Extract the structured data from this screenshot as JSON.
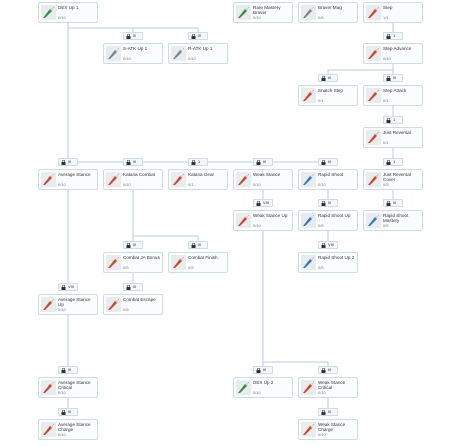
{
  "colors": {
    "wire": "#b9cde0",
    "node_border": "#cfdce8",
    "icon_red": "#c44a2f",
    "icon_gray": "#7a8490",
    "icon_blue": "#3a78b5",
    "icon_green": "#3c8a46"
  },
  "skills": [
    {
      "id": "dex-up-1",
      "label": "DEX Up 1",
      "progress": "0/10",
      "icon": "dex-icon",
      "tint": "green"
    },
    {
      "id": "s-atk-up-1",
      "label": "S-ATK Up 1",
      "progress": "0/10",
      "icon": "s-atk-icon",
      "tint": "gray"
    },
    {
      "id": "r-atk-up-1",
      "label": "R-ATK Up 1",
      "progress": "0/10",
      "icon": "r-atk-icon",
      "tint": "gray"
    },
    {
      "id": "rare-mastery-braver",
      "label": "Rare Mastery Braver",
      "progress": "0/10",
      "icon": "rare-mastery-icon",
      "tint": "green"
    },
    {
      "id": "braver-mag",
      "label": "Braver Mag",
      "progress": "0/5",
      "icon": "braver-mag-icon",
      "tint": "gray"
    },
    {
      "id": "step",
      "label": "Step",
      "progress": "1/1",
      "icon": "step-icon",
      "tint": "red"
    },
    {
      "id": "step-advance",
      "label": "Step Advance",
      "progress": "0/10",
      "icon": "step-advance-icon",
      "tint": "red"
    },
    {
      "id": "snatch-step",
      "label": "Snatch Step",
      "progress": "0/1",
      "icon": "snatch-step-icon",
      "tint": "red"
    },
    {
      "id": "step-attack",
      "label": "Step Attack",
      "progress": "0/1",
      "icon": "step-attack-icon",
      "tint": "red"
    },
    {
      "id": "just-reversal",
      "label": "Just Reversal",
      "progress": "0/1",
      "icon": "just-reversal-icon",
      "tint": "red"
    },
    {
      "id": "average-stance",
      "label": "Average Stance",
      "progress": "0/10",
      "icon": "average-stance-icon",
      "tint": "red"
    },
    {
      "id": "katana-combat",
      "label": "Katana Combat",
      "progress": "0/10",
      "icon": "katana-combat-icon",
      "tint": "red"
    },
    {
      "id": "katana-gear",
      "label": "Katana Gear",
      "progress": "0/1",
      "icon": "katana-gear-icon",
      "tint": "red"
    },
    {
      "id": "weak-stance",
      "label": "Weak Stance",
      "progress": "0/10",
      "icon": "weak-stance-icon",
      "tint": "red"
    },
    {
      "id": "rapid-shoot",
      "label": "Rapid Shoot",
      "progress": "0/10",
      "icon": "rapid-shoot-icon",
      "tint": "blue"
    },
    {
      "id": "just-reversal-cover",
      "label": "Just Reversal Cover",
      "progress": "0/5",
      "icon": "just-reversal-cover-icon",
      "tint": "red"
    },
    {
      "id": "weak-stance-up",
      "label": "Weak Stance Up",
      "progress": "0/10",
      "icon": "weak-stance-up-icon",
      "tint": "red"
    },
    {
      "id": "rapid-shoot-up",
      "label": "Rapid Shoot Up",
      "progress": "0/5",
      "icon": "rapid-shoot-up-icon",
      "tint": "blue"
    },
    {
      "id": "rapid-shoot-mastery",
      "label": "Rapid Shoot Mastery",
      "progress": "0/5",
      "icon": "rapid-shoot-mastery-icon",
      "tint": "blue"
    },
    {
      "id": "combat-ja-bonus",
      "label": "Combat JA Bonus",
      "progress": "0/5",
      "icon": "combat-ja-icon",
      "tint": "red"
    },
    {
      "id": "combat-finish",
      "label": "Combat Finish",
      "progress": "0/5",
      "icon": "combat-finish-icon",
      "tint": "red"
    },
    {
      "id": "rapid-shoot-up-2",
      "label": "Rapid Shoot Up 2",
      "progress": "0/5",
      "icon": "rapid-shoot-up-2-icon",
      "tint": "blue"
    },
    {
      "id": "average-stance-up",
      "label": "Average Stance Up",
      "progress": "0/10",
      "icon": "average-stance-up-icon",
      "tint": "red"
    },
    {
      "id": "combat-escape",
      "label": "Combat Escape",
      "progress": "0/5",
      "icon": "combat-escape-icon",
      "tint": "red"
    },
    {
      "id": "dex-up-2",
      "label": "DEX Up 2",
      "progress": "0/10",
      "icon": "dex-icon",
      "tint": "green"
    },
    {
      "id": "weak-stance-critical",
      "label": "Weak Stance Critical",
      "progress": "0/10",
      "icon": "weak-stance-critical-icon",
      "tint": "red"
    },
    {
      "id": "average-stance-critical",
      "label": "Average Stance Critical",
      "progress": "0/10",
      "icon": "average-stance-critical-icon",
      "tint": "red"
    },
    {
      "id": "average-stance-charge",
      "label": "Average Stance Charge",
      "progress": "0/10",
      "icon": "average-stance-charge-icon",
      "tint": "red"
    },
    {
      "id": "weak-stance-charge",
      "label": "Weak Stance Charge",
      "progress": "0/10",
      "icon": "weak-stance-charge-icon",
      "tint": "red"
    }
  ],
  "requirements": [
    {
      "id": "req-s-atk-up-1",
      "level": "III"
    },
    {
      "id": "req-r-atk-up-1",
      "level": "III"
    },
    {
      "id": "req-step-advance",
      "level": "1"
    },
    {
      "id": "req-snatch-step",
      "level": "III"
    },
    {
      "id": "req-step-attack",
      "level": "III"
    },
    {
      "id": "req-just-reversal",
      "level": "1"
    },
    {
      "id": "req-average-stance",
      "level": "III"
    },
    {
      "id": "req-katana-combat",
      "level": "III"
    },
    {
      "id": "req-katana-gear",
      "level": "1"
    },
    {
      "id": "req-weak-stance",
      "level": "III"
    },
    {
      "id": "req-rapid-shoot",
      "level": "III"
    },
    {
      "id": "req-just-reversal-cover",
      "level": "1"
    },
    {
      "id": "req-weak-stance-up",
      "level": "VIII"
    },
    {
      "id": "req-rapid-shoot-up",
      "level": "III"
    },
    {
      "id": "req-rapid-shoot-mastery",
      "level": "III"
    },
    {
      "id": "req-combat-ja-bonus",
      "level": "III"
    },
    {
      "id": "req-combat-finish",
      "level": "III"
    },
    {
      "id": "req-rapid-shoot-up-2",
      "level": "VIII"
    },
    {
      "id": "req-average-stance-up",
      "level": "VIII"
    },
    {
      "id": "req-combat-escape",
      "level": "III"
    },
    {
      "id": "req-dex-up-2",
      "level": "III"
    },
    {
      "id": "req-weak-stance-critical",
      "level": "III"
    },
    {
      "id": "req-average-stance-critical",
      "level": "III"
    },
    {
      "id": "req-average-stance-charge",
      "level": "III"
    },
    {
      "id": "req-weak-stance-charge",
      "level": "III"
    }
  ]
}
